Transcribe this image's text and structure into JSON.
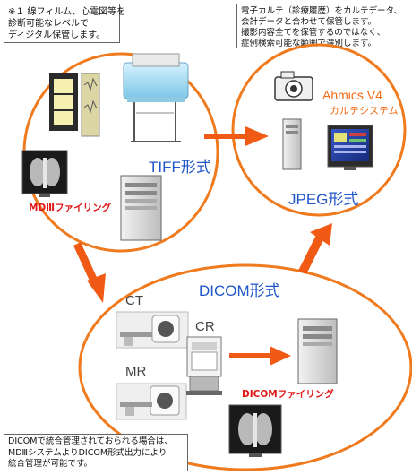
{
  "notes": {
    "top_left": [
      "※１ 線フィルム、心電図等を",
      "診断可能なレベルで",
      "ディジタル保管します。"
    ],
    "top_right": [
      "電子カルテ（診療履歴）をカルテデータ、",
      "会計データと合わせて保管します。",
      "撮影内容全てを保管するのではなく、",
      "症例検索可能な範囲で選別します。"
    ],
    "bottom_left": [
      "DICOMで統合管理されておられる場合は、",
      "MDⅢシステムよりDICOM形式出力により",
      "統合管理が可能です。"
    ]
  },
  "labels": {
    "tiff": "TIFF形式",
    "md3_filing": "MDⅢファイリング",
    "jpeg": "JPEG形式",
    "ahmics": "Ahmics V4",
    "karte_system": "カルテシステム",
    "dicom": "DICOM形式",
    "ct": "CT",
    "mr": "MR",
    "cr": "CR",
    "dicom_filing": "DICOMファイリング"
  },
  "colors": {
    "circle": "#f07a1e",
    "arrow": "#f05a14",
    "blue_text": "#1f56c7",
    "red_text": "#e01717"
  }
}
